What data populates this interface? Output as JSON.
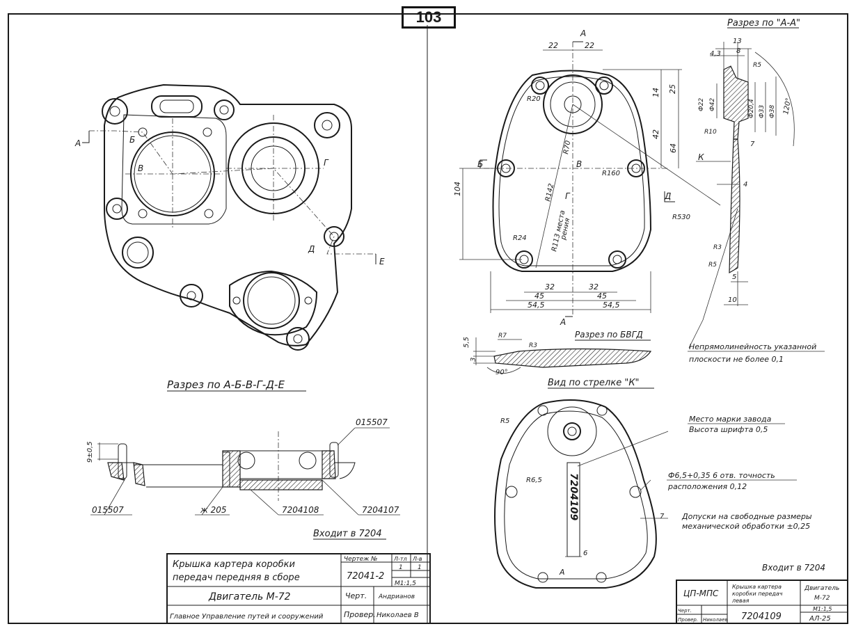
{
  "page_number": "103",
  "left_sheet": {
    "section_title": "Разрез по А-Б-В-Г-Д-Е",
    "view_letters": [
      "А",
      "Б",
      "В",
      "Г",
      "Д",
      "Е"
    ],
    "callouts": {
      "top_right": "015507",
      "bottom_left": "015507",
      "seal": "ж 205",
      "bearing": "7204108",
      "part": "7204107",
      "height_dim": "9±0,5"
    },
    "enters": "Входит в 7204",
    "title_block": {
      "name_line1": "Крышка картера коробки",
      "name_line2": "передач передняя в сборе",
      "drawing_label": "Чертеж №",
      "sheet_label": "Л-тл",
      "sheets_label": "Л-в",
      "drawing_number": "72041-2",
      "sheet": "1",
      "sheets": "1",
      "scale": "М1:1,5",
      "product": "Двигатель М-72",
      "drawn_label": "Черт.",
      "drawn_name": "Андрианов",
      "checked_label": "Провер.",
      "checked_name": "Николаев В",
      "org": "Главное Управление путей и сооружений"
    }
  },
  "right_sheet": {
    "section_aa": "Разрез по \"А-А\"",
    "section_bvgd": "Разрез по БВГД",
    "view_k": "Вид по стрелке \"К\"",
    "main_dims": {
      "d22a": "22",
      "d22b": "22",
      "d25": "25",
      "d14": "14",
      "d42": "42",
      "d64": "64",
      "d104": "104",
      "d32a": "32",
      "d32b": "32",
      "d45a": "45",
      "d45b": "45",
      "d545a": "54,5",
      "d545b": "54,5",
      "r20": "R20",
      "r70": "R70",
      "r160": "R160",
      "r142": "R142",
      "r24": "R24",
      "r530": "R530",
      "r113": "R113 места",
      "r113b": "рения"
    },
    "aa_dims": {
      "d13": "13",
      "d43": "4,3",
      "d8": "8",
      "r5": "R5",
      "r10": "R10",
      "phi22": "Ф22",
      "phi204": "Ф20,4",
      "phi33": "Ф33",
      "phi38": "Ф38",
      "phi42": "Ф42",
      "angle": "120°",
      "d4": "4",
      "d5": "5",
      "d10": "10",
      "d7": "7",
      "r3": "R3",
      "r5b": "R5"
    },
    "bvgd_dims": {
      "d55": "5,5",
      "d3": "3",
      "r7": "R7",
      "r3": "R3",
      "angle": "90°"
    },
    "view_k_dims": {
      "r5": "R5",
      "r65": "R6,5",
      "d6": "6",
      "d7": "7",
      "a": "А"
    },
    "view_letters": {
      "a_top": "А",
      "a_bottom": "А",
      "b": "Б",
      "v": "В",
      "g": "Г",
      "d": "Д",
      "k": "К"
    },
    "stamped_number": "7204109",
    "notes": {
      "flatness_line1": "Непрямолинейность указанной",
      "flatness_line2": "плоскости не более 0,1",
      "mark_line1": "Место марки завода",
      "mark_line2": "Высота шрифта 0,5",
      "holes_line1": "Ф6,5+0,35 6 отв. точность",
      "holes_line2": "расположения 0,12",
      "tol_line1": "Допуски на свободные размеры",
      "tol_line2": "механической обработки ±0,25"
    },
    "enters": "Входит в 7204",
    "title_block": {
      "org": "ЦП-МПС",
      "name_line1": "Крышка картера",
      "name_line2": "коробки передач",
      "name_line3": "левая",
      "product_line1": "Двигатель",
      "product_line2": "М-72",
      "scale": "М1:1,5",
      "number": "7204109",
      "sheet": "АЛ-25",
      "drawn_label": "Черт.",
      "checked_label": "Провер.",
      "checked_name": "Николаев"
    }
  }
}
